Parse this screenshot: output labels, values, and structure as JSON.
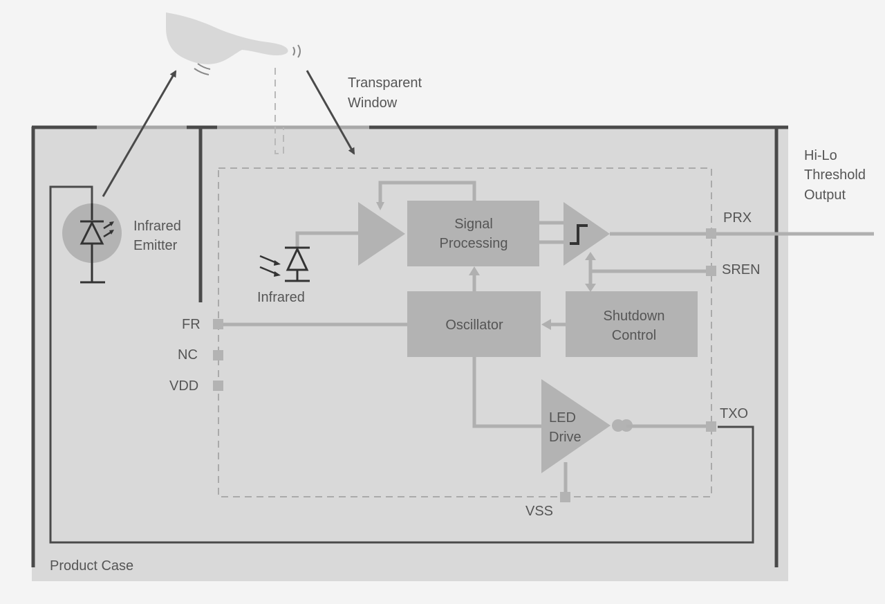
{
  "hand": {
    "icon": "hand-proximity-icon"
  },
  "window_label": [
    "Transparent",
    "Window"
  ],
  "output_label": [
    "Hi-Lo",
    "Threshold",
    "Output"
  ],
  "emitter_label": [
    "Infrared",
    "Emitter"
  ],
  "receiver_label": "Infrared",
  "case_label": "Product Case",
  "blocks": {
    "signal_processing": [
      "Signal",
      "Processing"
    ],
    "oscillator": "Oscillator",
    "shutdown": [
      "Shutdown",
      "Control"
    ],
    "led_drive": [
      "LED",
      "Drive"
    ]
  },
  "pins": {
    "prx": "PRX",
    "sren": "SREN",
    "txo": "TXO",
    "fr": "FR",
    "nc": "NC",
    "vdd": "VDD",
    "vss": "VSS"
  },
  "colors": {
    "case_fill": "#d9d9d9",
    "block_fill": "#b3b3b3",
    "wire": "#b0b0b0",
    "dark_line": "#4a4a4a",
    "text": "#555555"
  }
}
